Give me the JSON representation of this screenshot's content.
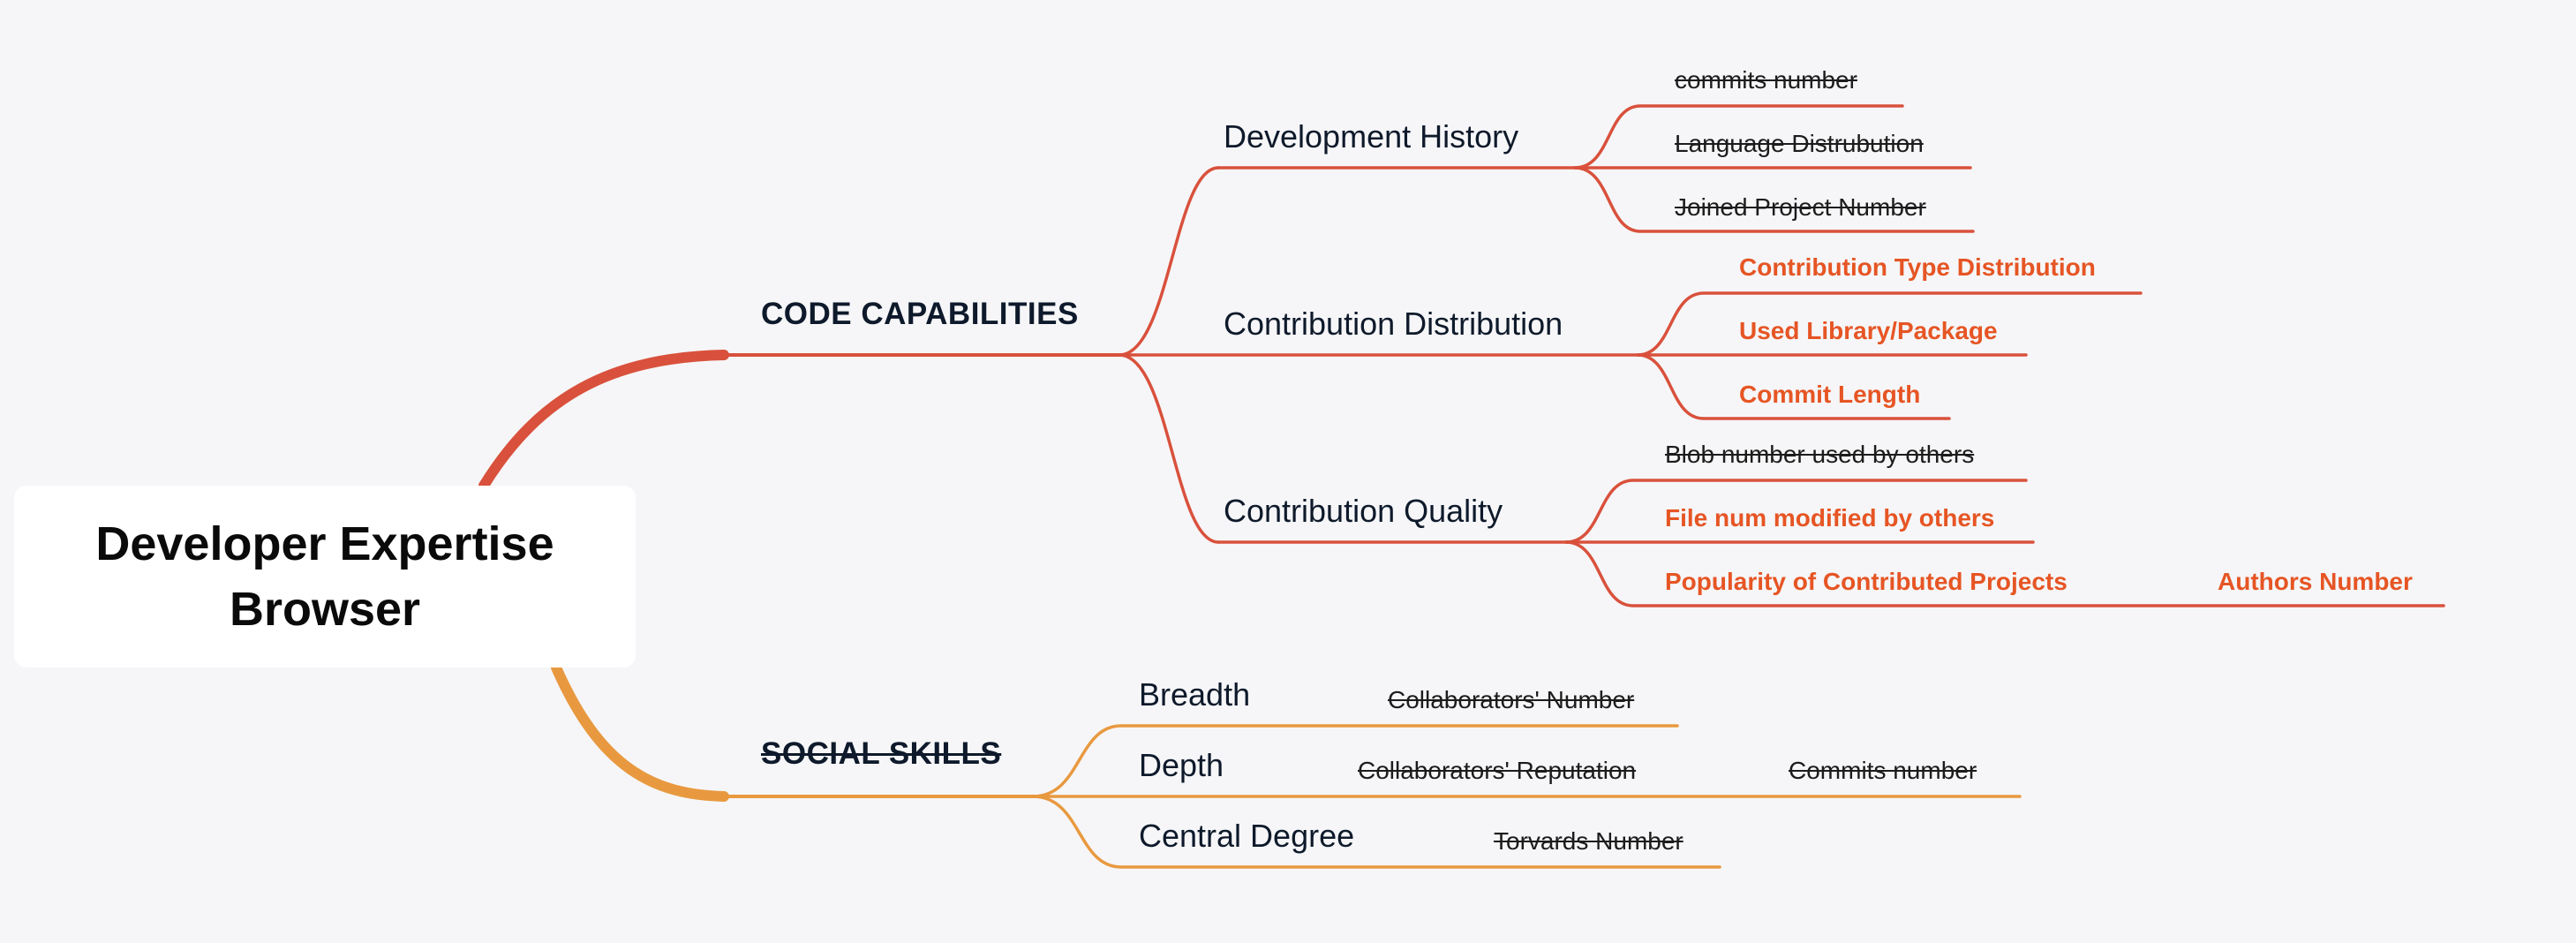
{
  "root": {
    "line1": "Developer Expertise",
    "line2": "Browser"
  },
  "colors": {
    "code_branch": "#d9513c",
    "social_branch": "#e8993f",
    "highlight": "#e65524",
    "background": "#f6f6f8"
  },
  "code": {
    "label": "CODE CAPABILITIES",
    "development_history": {
      "label": "Development History",
      "leaves": [
        "commits number",
        "Language Distrubution",
        "Joined Project Number"
      ]
    },
    "contribution_distribution": {
      "label": "Contribution Distribution",
      "leaves": [
        "Contribution Type Distribution",
        "Used Library/Package",
        "Commit Length"
      ]
    },
    "contribution_quality": {
      "label": "Contribution Quality",
      "leaves": [
        "Blob number used by others",
        "File num modified by others",
        "Popularity of Contributed Projects"
      ],
      "popularity_child": "Authors Number"
    }
  },
  "social": {
    "label": "SOCIAL SKILLS",
    "breadth": {
      "label": "Breadth",
      "child": "Collaborators' Number"
    },
    "depth": {
      "label": "Depth",
      "child": "Collaborators' Reputation",
      "grandchild": "Commits number"
    },
    "central": {
      "label": "Central Degree",
      "child": "Torvards Number"
    }
  }
}
